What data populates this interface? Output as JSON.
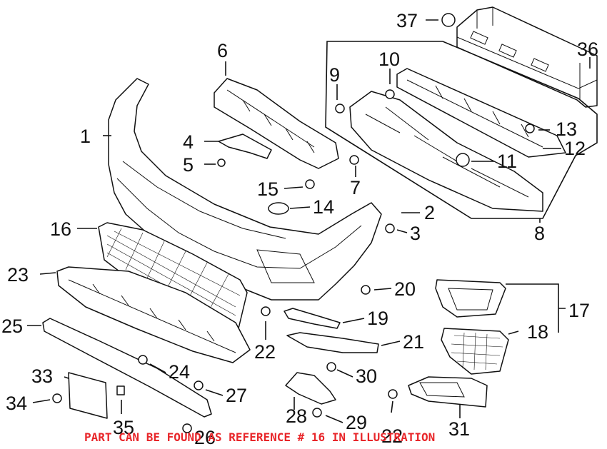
{
  "labels": {
    "p1": "1",
    "p2": "2",
    "p3": "3",
    "p4": "4",
    "p5": "5",
    "p6": "6",
    "p7": "7",
    "p8": "8",
    "p9": "9",
    "p10": "10",
    "p11": "11",
    "p12": "12",
    "p13": "13",
    "p14": "14",
    "p15": "15",
    "p16": "16",
    "p17": "17",
    "p18": "18",
    "p19": "19",
    "p20": "20",
    "p21": "21",
    "p22a": "22",
    "p22b": "22",
    "p23": "23",
    "p24": "24",
    "p25": "25",
    "p26": "26",
    "p27": "27",
    "p28": "28",
    "p29": "29",
    "p30": "30",
    "p31": "31",
    "p33": "33",
    "p34": "34",
    "p35": "35",
    "p36": "36",
    "p37": "37"
  },
  "caption": "PART CAN BE FOUND AS REFERENCE # 16 IN ILLUSTRATION",
  "colors": {
    "line": "#111111",
    "caption": "#e8262a",
    "background": "#ffffff"
  }
}
